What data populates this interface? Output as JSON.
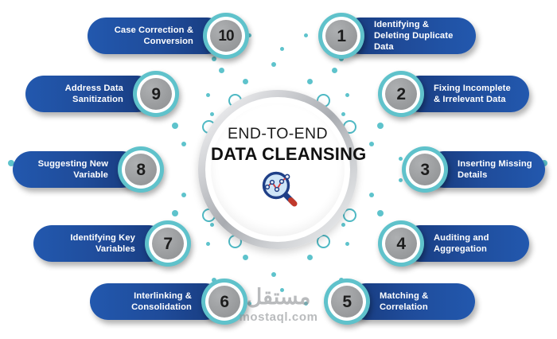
{
  "hub": {
    "line1": "END-TO-END",
    "line2": "DATA CLEANSING",
    "icon": "magnifier-chart-icon"
  },
  "nodes": [
    {
      "number": "1",
      "label": "Identifying & Deleting Duplicate Data",
      "side": "right"
    },
    {
      "number": "2",
      "label": "Fixing Incomplete & Irrelevant Data",
      "side": "right"
    },
    {
      "number": "3",
      "label": "Inserting Missing Details",
      "side": "right"
    },
    {
      "number": "4",
      "label": "Auditing and Aggregation",
      "side": "right"
    },
    {
      "number": "5",
      "label": "Matching & Correlation",
      "side": "right"
    },
    {
      "number": "6",
      "label": "Interlinking & Consolidation",
      "side": "left"
    },
    {
      "number": "7",
      "label": "Identifying Key Variables",
      "side": "left"
    },
    {
      "number": "8",
      "label": "Suggesting New Variable",
      "side": "left"
    },
    {
      "number": "9",
      "label": "Address Data Sanitization",
      "side": "left"
    },
    {
      "number": "10",
      "label": "Case Correction & Conversion",
      "side": "left"
    }
  ],
  "watermark": {
    "arabic": "مستقل",
    "latin": "mostaql.com"
  },
  "colors": {
    "pill_dark": "#173a7c",
    "pill_light": "#2258ae",
    "badge_ring": "#5fc2cb",
    "badge_disc": "#9a9c9e",
    "dot_teal": "#5ec3cc",
    "hub_ring": "#a9acb1",
    "icon_navy": "#1f3f87",
    "icon_red": "#d93b3b",
    "text_white": "#ffffff",
    "watermark_gray": "#8f9295"
  }
}
